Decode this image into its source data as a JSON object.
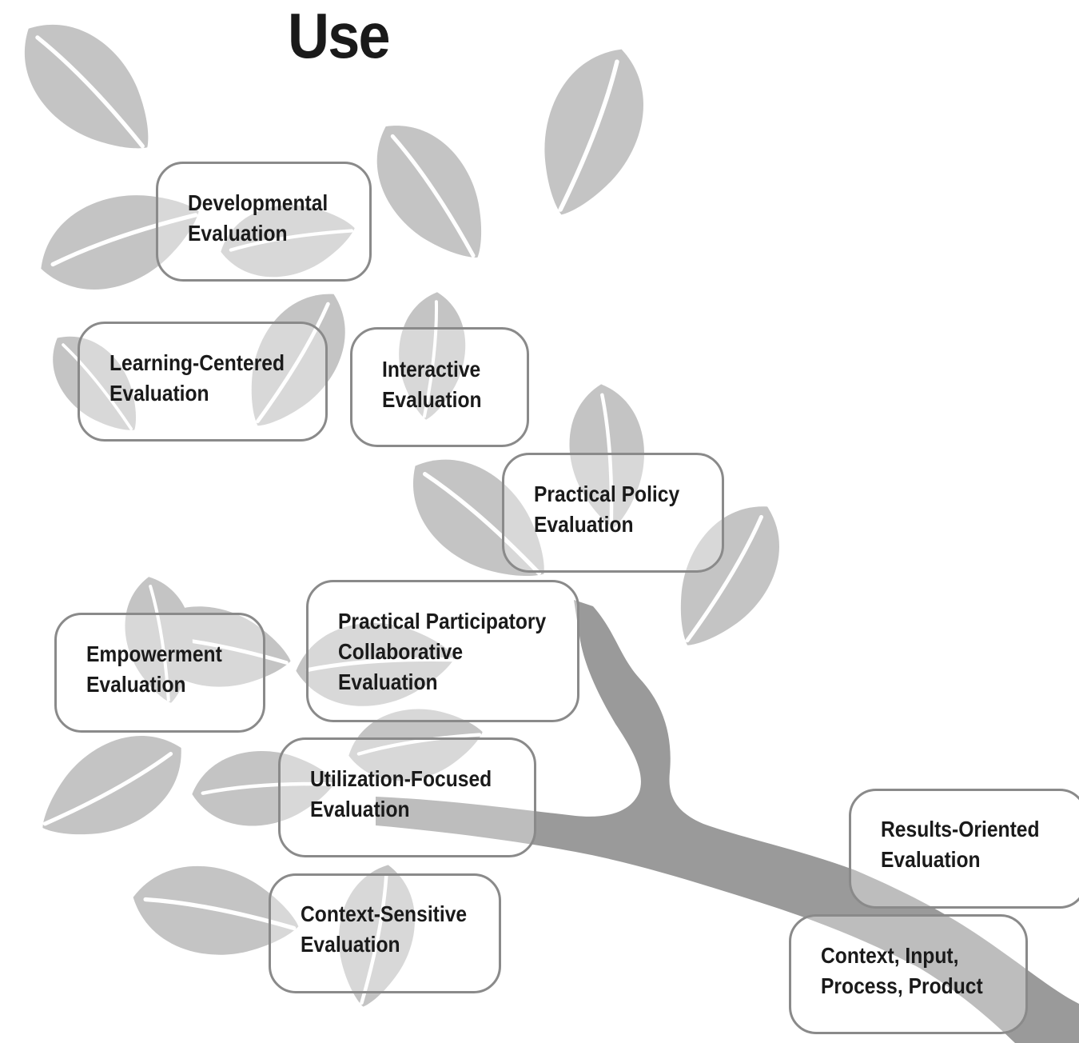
{
  "title": "Use",
  "colors": {
    "leaf": "#c4c4c4",
    "leaf_vein": "#ffffff",
    "branch": "#9a9a9a",
    "box_border": "#8a8a8a",
    "text": "#1a1a1a"
  },
  "nodes": [
    {
      "id": "developmental",
      "lines": [
        "Developmental",
        "Evaluation"
      ]
    },
    {
      "id": "learning-centered",
      "lines": [
        "Learning-Centered",
        "Evaluation"
      ]
    },
    {
      "id": "interactive",
      "lines": [
        "Interactive",
        "Evaluation"
      ]
    },
    {
      "id": "practical-policy",
      "lines": [
        "Practical Policy",
        "Evaluation"
      ]
    },
    {
      "id": "empowerment",
      "lines": [
        "Empowerment",
        "Evaluation"
      ]
    },
    {
      "id": "practical-participatory",
      "lines": [
        "Practical Participatory",
        "Collaborative",
        "Evaluation"
      ]
    },
    {
      "id": "utilization-focused",
      "lines": [
        "Utilization-Focused",
        "Evaluation"
      ]
    },
    {
      "id": "context-sensitive",
      "lines": [
        "Context-Sensitive",
        "Evaluation"
      ]
    },
    {
      "id": "results-oriented",
      "lines": [
        "Results-Oriented",
        "Evaluation"
      ]
    },
    {
      "id": "cipp",
      "lines": [
        "Context, Input,",
        "Process, Product"
      ]
    }
  ]
}
